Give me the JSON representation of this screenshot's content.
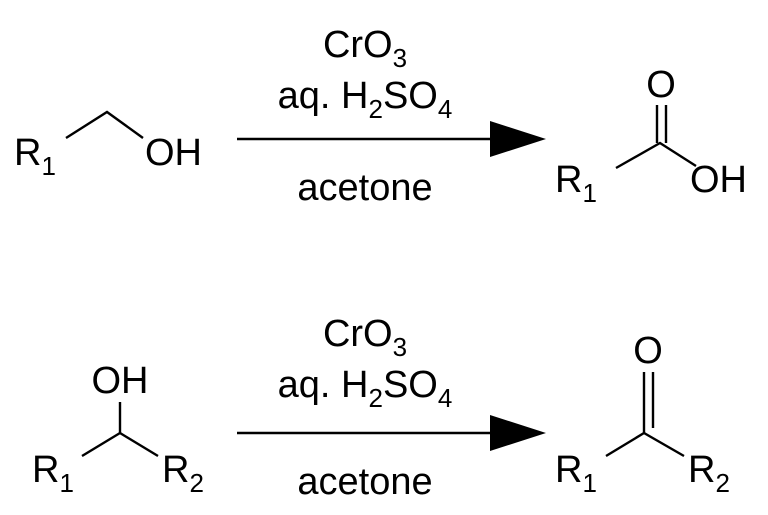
{
  "reaction1": {
    "reactant": {
      "r1": "R",
      "r1_sub": "1",
      "oh": "OH"
    },
    "reagents": {
      "line1_main": "CrO",
      "line1_sub": "3",
      "line2_a": "aq. H",
      "line2_sub1": "2",
      "line2_b": "SO",
      "line2_sub2": "4"
    },
    "solvent": "acetone",
    "product": {
      "r1": "R",
      "r1_sub": "1",
      "o": "O",
      "oh": "OH"
    }
  },
  "reaction2": {
    "reactant": {
      "r1": "R",
      "r1_sub": "1",
      "r2": "R",
      "r2_sub": "2",
      "oh": "OH"
    },
    "reagents": {
      "line1_main": "CrO",
      "line1_sub": "3",
      "line2_a": "aq. H",
      "line2_sub1": "2",
      "line2_b": "SO",
      "line2_sub2": "4"
    },
    "solvent": "acetone",
    "product": {
      "r1": "R",
      "r1_sub": "1",
      "r2": "R",
      "r2_sub": "2",
      "o": "O"
    }
  },
  "colors": {
    "ink": "#000000",
    "background": "#ffffff"
  }
}
